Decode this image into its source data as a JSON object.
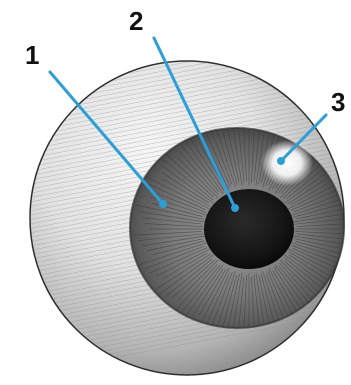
{
  "diagram": {
    "callouts": [
      {
        "number": "1",
        "target": "iris"
      },
      {
        "number": "2",
        "target": "pupil"
      },
      {
        "number": "3",
        "target": "light-reflection"
      }
    ],
    "colors": {
      "callout_line": "#2a9fd8",
      "ink": "#111111",
      "iris": "#6e6e6e",
      "pupil": "#121212",
      "sclera_light": "#f4f4f4",
      "sclera_dark": "#8a8a8a",
      "highlight": "#ffffff"
    }
  }
}
